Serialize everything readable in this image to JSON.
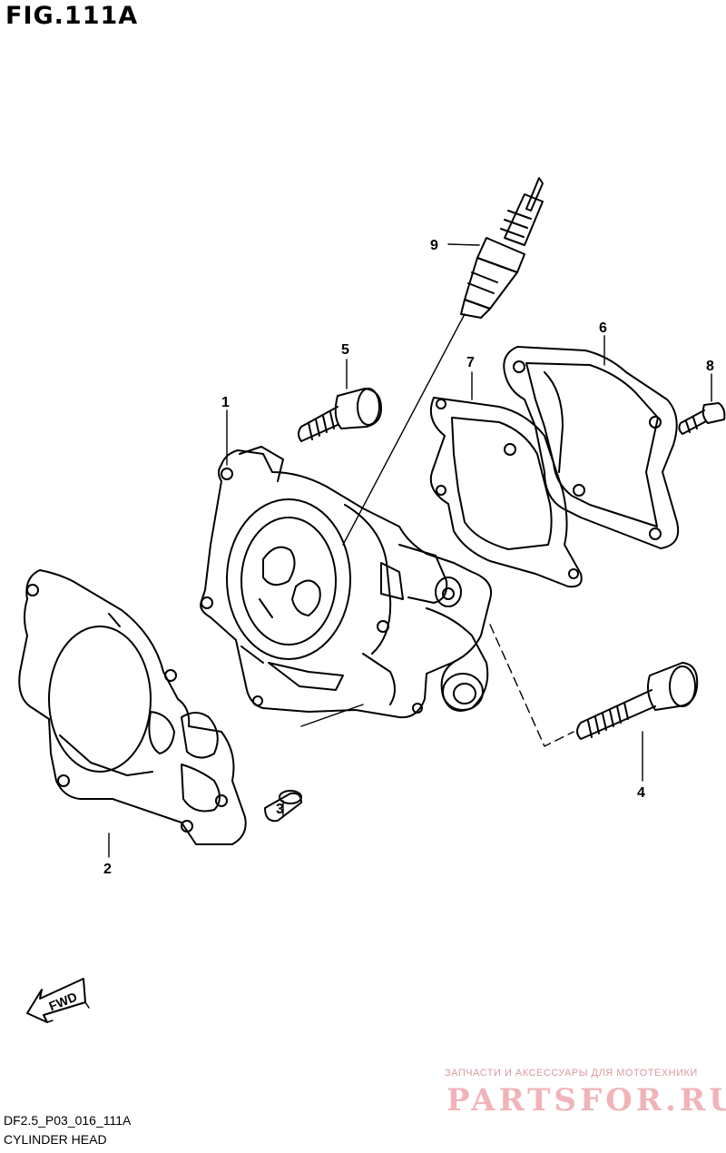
{
  "figure": {
    "title": "FIG.111A",
    "model_code": "DF2.5_P03_016_111A",
    "caption": "CYLINDER HEAD"
  },
  "callouts": [
    "1",
    "2",
    "3",
    "4",
    "5",
    "6",
    "7",
    "8",
    "9"
  ],
  "direction_marker": {
    "label": "FWD",
    "icon": "forward-arrow-icon"
  },
  "watermark": {
    "tagline": "ЗАПЧАСТИ И АКСЕССУАРЫ ДЛЯ МОТОТЕХНИКИ",
    "brand": "PARTSFOR.RU",
    "color": "#f0b4b8"
  }
}
